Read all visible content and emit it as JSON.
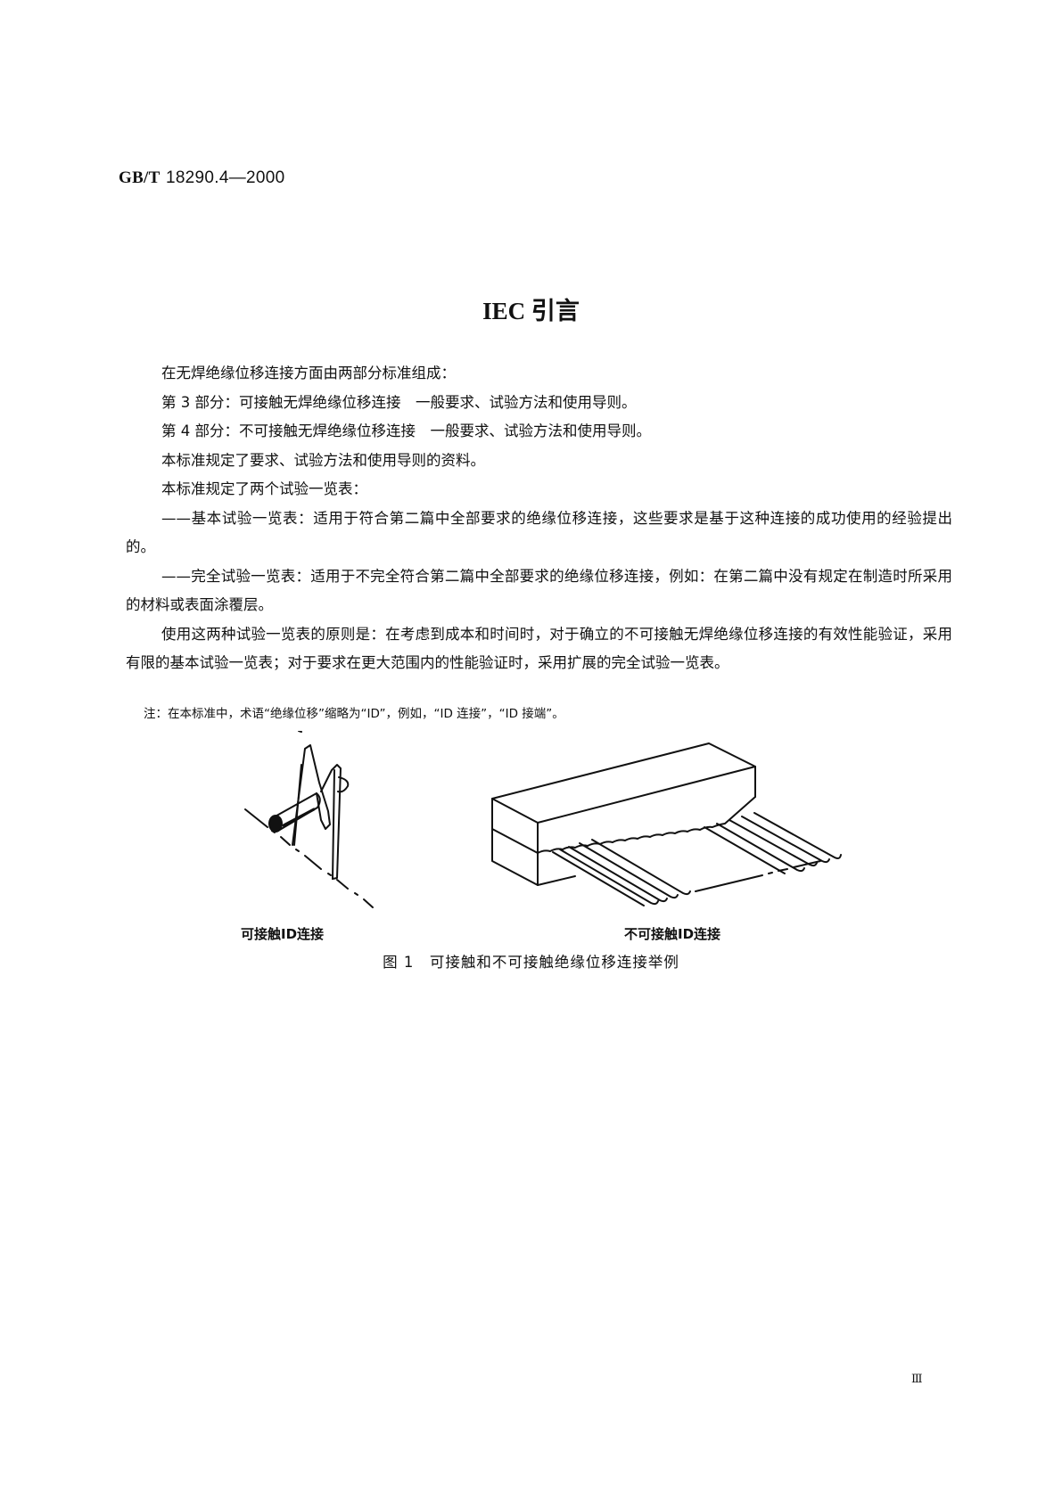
{
  "header": {
    "std_prefix": "GB/T",
    "std_number": "18290.4—2000"
  },
  "title": "IEC 引言",
  "paragraphs": [
    "在无焊绝缘位移连接方面由两部分标准组成：",
    "第 3 部分：可接触无焊绝缘位移连接　一般要求、试验方法和使用导则。",
    "第 4 部分：不可接触无焊绝缘位移连接　一般要求、试验方法和使用导则。",
    "本标准规定了要求、试验方法和使用导则的资料。",
    "本标准规定了两个试验一览表：",
    "——基本试验一览表：适用于符合第二篇中全部要求的绝缘位移连接，这些要求是基于这种连接的成功使用的经验提出的。",
    "——完全试验一览表：适用于不完全符合第二篇中全部要求的绝缘位移连接，例如：在第二篇中没有规定在制造时所采用的材料或表面涂覆层。",
    "使用这两种试验一览表的原则是：在考虑到成本和时间时，对于确立的不可接触无焊绝缘位移连接的有效性能验证，采用有限的基本试验一览表；对于要求在更大范围内的性能验证时，采用扩展的完全试验一览表。"
  ],
  "note": "注：在本标准中，术语“绝缘位移”缩略为“ID”，例如，“ID 连接”，“ID 接端”。",
  "figure": {
    "left_label": "可接触ID连接",
    "right_label": "不可接触ID连接",
    "caption": "图 1　可接触和不可接触绝缘位移连接举例"
  },
  "page_number": "Ⅲ"
}
